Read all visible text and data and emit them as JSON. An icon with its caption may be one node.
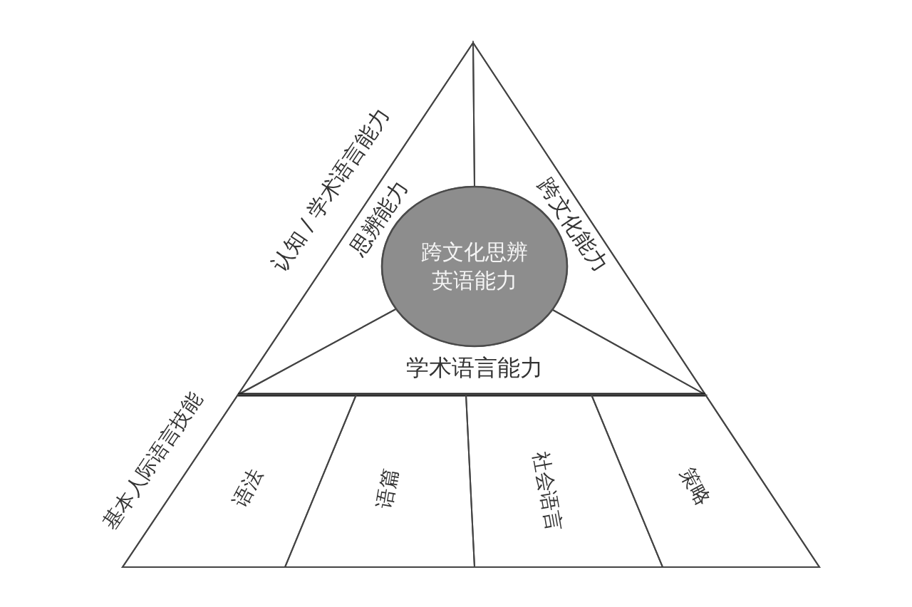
{
  "diagram": {
    "nodes": [
      {
        "text": [
          "认知 / 学术语言能力"
        ]
      },
      {
        "text": [
          "思辨能力"
        ],
        "in": 0
      },
      {
        "text": [
          "跨文化能力"
        ],
        "in": 0
      },
      {
        "text": [
          "学术语言能力"
        ],
        "in": 0
      },
      {
        "text": [
          "跨文化思辨英语能力"
        ],
        "in": 0
      },
      {
        "text": [
          "基本人际语言技能"
        ]
      },
      {
        "text": [
          "语法"
        ],
        "in": 5
      },
      {
        "text": [
          "语篇"
        ],
        "in": 5
      },
      {
        "text": [
          "社会语言"
        ],
        "in": 5
      },
      {
        "text": [
          "策略"
        ],
        "in": 5
      }
    ]
  }
}
